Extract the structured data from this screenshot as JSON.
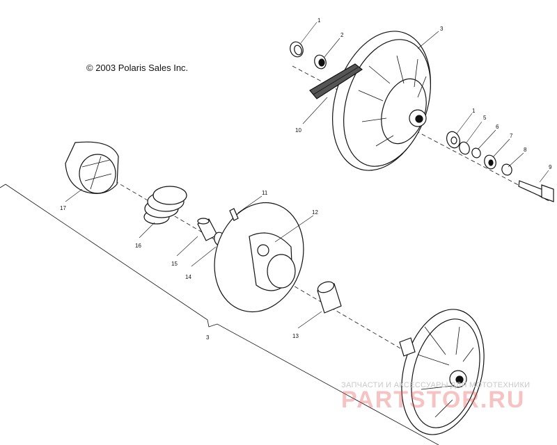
{
  "copyright": "© 2003 Polaris Sales Inc.",
  "callouts": {
    "c1a": "1",
    "c2": "2",
    "c3": "3",
    "c10": "10",
    "c1b": "1",
    "c5": "5",
    "c6": "6",
    "c7": "7",
    "c8": "8",
    "c9": "9",
    "c11": "11",
    "c12": "12",
    "c17": "17",
    "c16": "16",
    "c15": "15",
    "c14": "14",
    "c13": "13",
    "c3b": "3"
  },
  "watermark": {
    "line1": "ЗАПЧАСТИ И АКСЕССУАРЫ ДЛЯ МОТОТЕХНИКИ",
    "line2": "PARTSTOR.RU"
  }
}
